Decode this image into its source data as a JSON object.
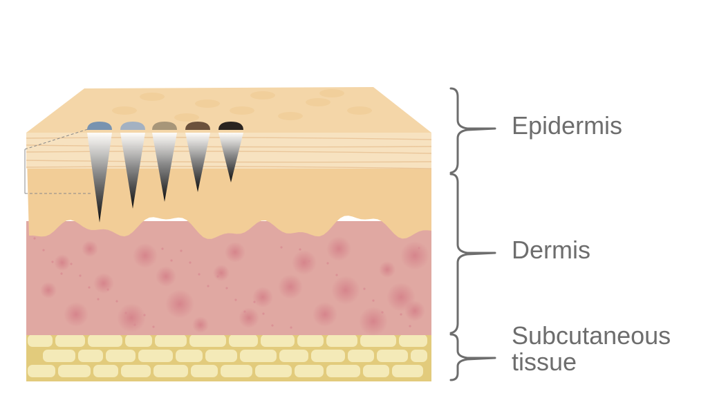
{
  "diagram": {
    "layers": [
      {
        "label_lines": [
          "Epidermis"
        ]
      },
      {
        "label_lines": [
          "Dermis"
        ]
      },
      {
        "label_lines": [
          "Subcutaneous",
          "tissue"
        ]
      }
    ],
    "pigments": [
      {
        "color": "#7893b0"
      },
      {
        "color": "#a3b1c2"
      },
      {
        "color": "#a79679"
      },
      {
        "color": "#6b513c"
      },
      {
        "color": "#2a2420"
      }
    ],
    "colors": {
      "epidermis_top": "#f4d6a8",
      "epidermis_side": "#f2cd97",
      "epidermis_band": "#f7e2c0",
      "dermis": "#e0a8a2",
      "dermis_spot": "#d88c92",
      "fat_bg": "#e2cb7c",
      "fat_cell": "#f4eab8",
      "bracket": "#6d6d6d",
      "label": "#6d6d6d"
    }
  }
}
